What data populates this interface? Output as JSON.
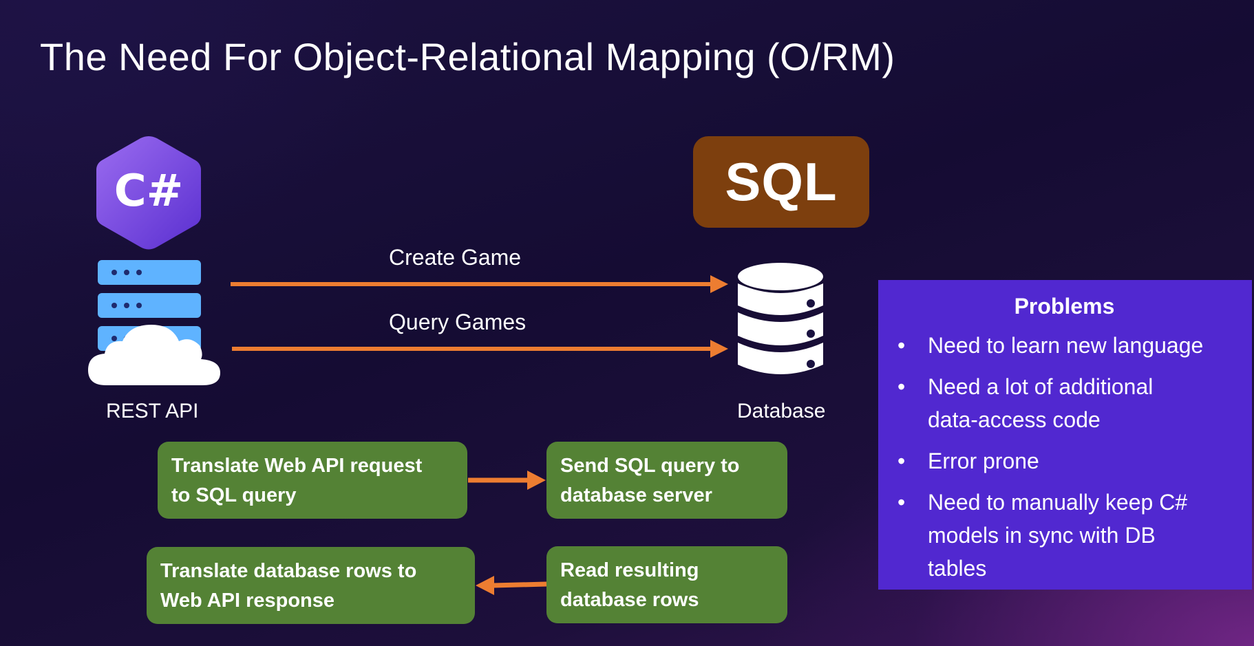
{
  "slide": {
    "title": "The Need For Object-Relational Mapping (O/RM)"
  },
  "logos": {
    "csharp_text": "C#",
    "sql_text": "SQL"
  },
  "nodes": {
    "api_label": "REST API",
    "db_label": "Database"
  },
  "arrows": {
    "create_label": "Create Game",
    "query_label": "Query Games",
    "color": "#ed7d31"
  },
  "steps": [
    {
      "line1": "Translate Web API request",
      "line2": "to SQL query"
    },
    {
      "line1": "Send SQL query to",
      "line2": "database server"
    },
    {
      "line1": "Translate database rows to",
      "line2": "Web API response"
    },
    {
      "line1": "Read resulting",
      "line2": "database rows"
    }
  ],
  "problems": {
    "title": "Problems",
    "bullet_glyph": "•",
    "items": [
      {
        "lines": [
          "Need to learn new language"
        ]
      },
      {
        "lines": [
          "Need a lot of additional",
          "data-access code"
        ]
      },
      {
        "lines": [
          "Error prone"
        ]
      },
      {
        "lines": [
          "Need to manually keep C#",
          "models in sync with DB",
          "tables"
        ]
      }
    ]
  },
  "colors": {
    "step_green": "#548235",
    "problems_bg": "#5128d0",
    "sql_brown": "#7d3f0e",
    "server_blue": "#5fb3ff",
    "csharp_purple": "#7a4fe0"
  }
}
